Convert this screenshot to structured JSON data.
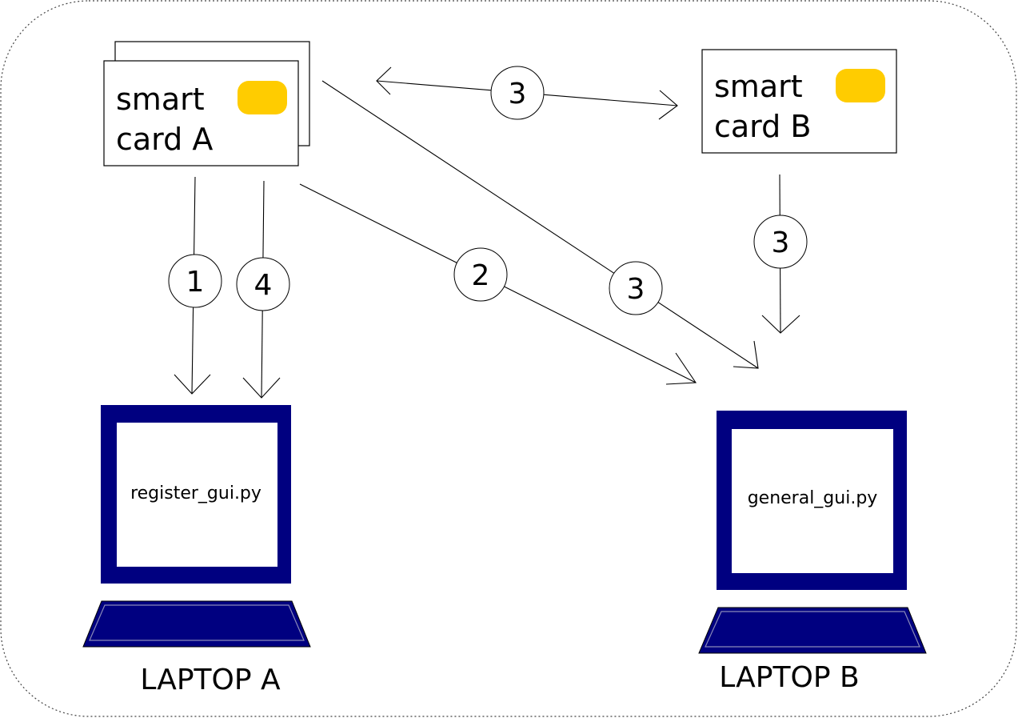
{
  "colors": {
    "chip": "#ffcc00",
    "monitor": "#000080",
    "keyboard": "#000080",
    "line": "#000000",
    "background": "#ffffff"
  },
  "card_a": {
    "line1": "smart",
    "line2": "card A"
  },
  "card_b": {
    "line1": "smart",
    "line2": "card B"
  },
  "laptop_a": {
    "screen_text": "register_gui.py",
    "label": "LAPTOP A"
  },
  "laptop_b": {
    "screen_text": "general_gui.py",
    "label": "LAPTOP B"
  },
  "steps": {
    "a_to_laptop_a_1": "1",
    "a_to_laptop_a_4": "4",
    "a_to_laptop_b_2": "2",
    "a_to_laptop_b_3": "3",
    "a_b_exchange_3": "3",
    "b_to_laptop_b_3": "3"
  }
}
